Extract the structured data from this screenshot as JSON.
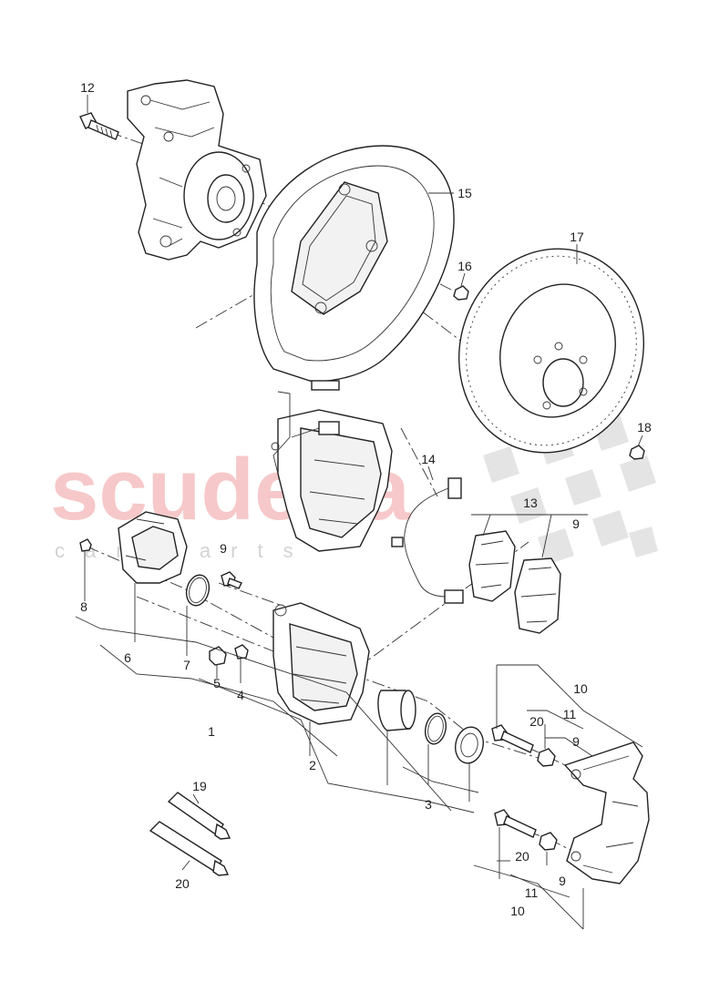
{
  "watermark": {
    "brand": "scuderia",
    "sub": "car parts"
  },
  "labels": {
    "p1": "1",
    "p2": "2",
    "p3": "3",
    "p4": "4",
    "p5": "5",
    "p6": "6",
    "p7": "7",
    "p8": "8",
    "p9a": "9",
    "p9b": "9",
    "p9c": "9",
    "p9d": "9",
    "p10a": "10",
    "p10b": "10",
    "p11a": "11",
    "p11b": "11",
    "p12": "12",
    "p13": "13",
    "p14": "14",
    "p15": "15",
    "p16": "16",
    "p17": "17",
    "p18": "18",
    "p19": "19",
    "p20a": "20",
    "p20b": "20",
    "p20c": "20"
  },
  "colors": {
    "line": "#222222",
    "watermark_red": "#f4b6b8",
    "watermark_grey": "#c8c8c8"
  }
}
